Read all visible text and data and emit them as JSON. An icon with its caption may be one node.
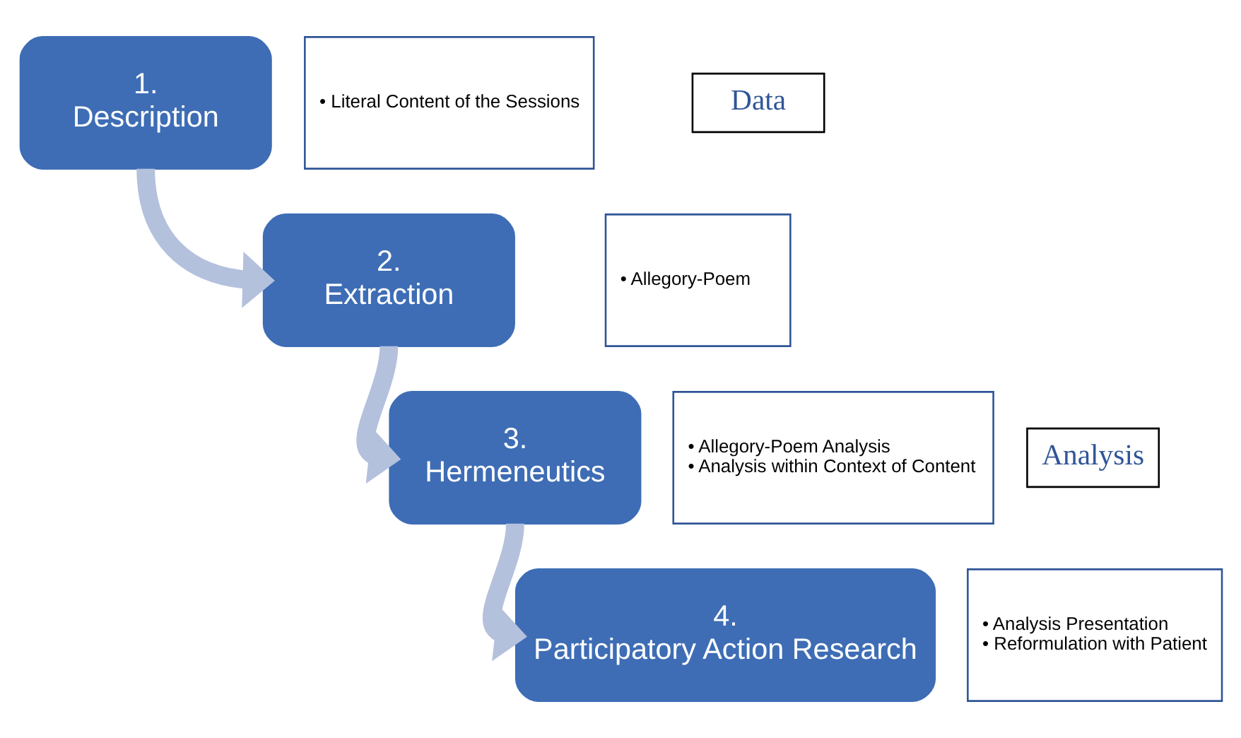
{
  "diagram": {
    "nodes": [
      {
        "text": [
          "1.",
          "Description"
        ]
      },
      {
        "text": [
          "• Literal Content of the Sessions"
        ]
      },
      {
        "text": [
          "2.",
          "Extraction"
        ]
      },
      {
        "text": [
          "• Allegory-Poem"
        ]
      },
      {
        "text": [
          "3.",
          "Hermeneutics"
        ]
      },
      {
        "text": [
          "• Allegory-Poem Analysis",
          "• Analysis within Context of Content"
        ]
      },
      {
        "text": [
          "4.",
          "Participatory Action Research"
        ]
      },
      {
        "text": [
          "• Analysis Presentation",
          "• Reformulation with Patient"
        ]
      },
      {
        "text": [
          "Data"
        ]
      },
      {
        "text": [
          "Analysis"
        ]
      }
    ],
    "edges": [
      {
        "from": 0,
        "to": 2,
        "arrow": "to"
      },
      {
        "from": 2,
        "to": 4,
        "arrow": "to"
      },
      {
        "from": 4,
        "to": 6,
        "arrow": "to"
      }
    ]
  }
}
